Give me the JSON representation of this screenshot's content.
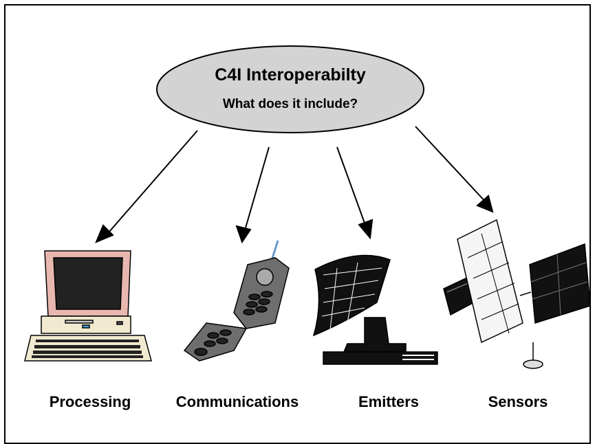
{
  "title": "C4I Interoperabilty",
  "subtitle": "What does it include?",
  "items": [
    {
      "label": "Processing",
      "icon": "computer-icon"
    },
    {
      "label": "Communications",
      "icon": "mobile-phone-icon"
    },
    {
      "label": "Emitters",
      "icon": "satellite-dish-icon"
    },
    {
      "label": "Sensors",
      "icon": "satellite-icon"
    }
  ],
  "colors": {
    "ellipse_fill": "#d3d3d3",
    "monitor_fill": "#e8b8b0",
    "keyboard_fill": "#f2ead0",
    "phone_fill": "#6e6e6e"
  }
}
